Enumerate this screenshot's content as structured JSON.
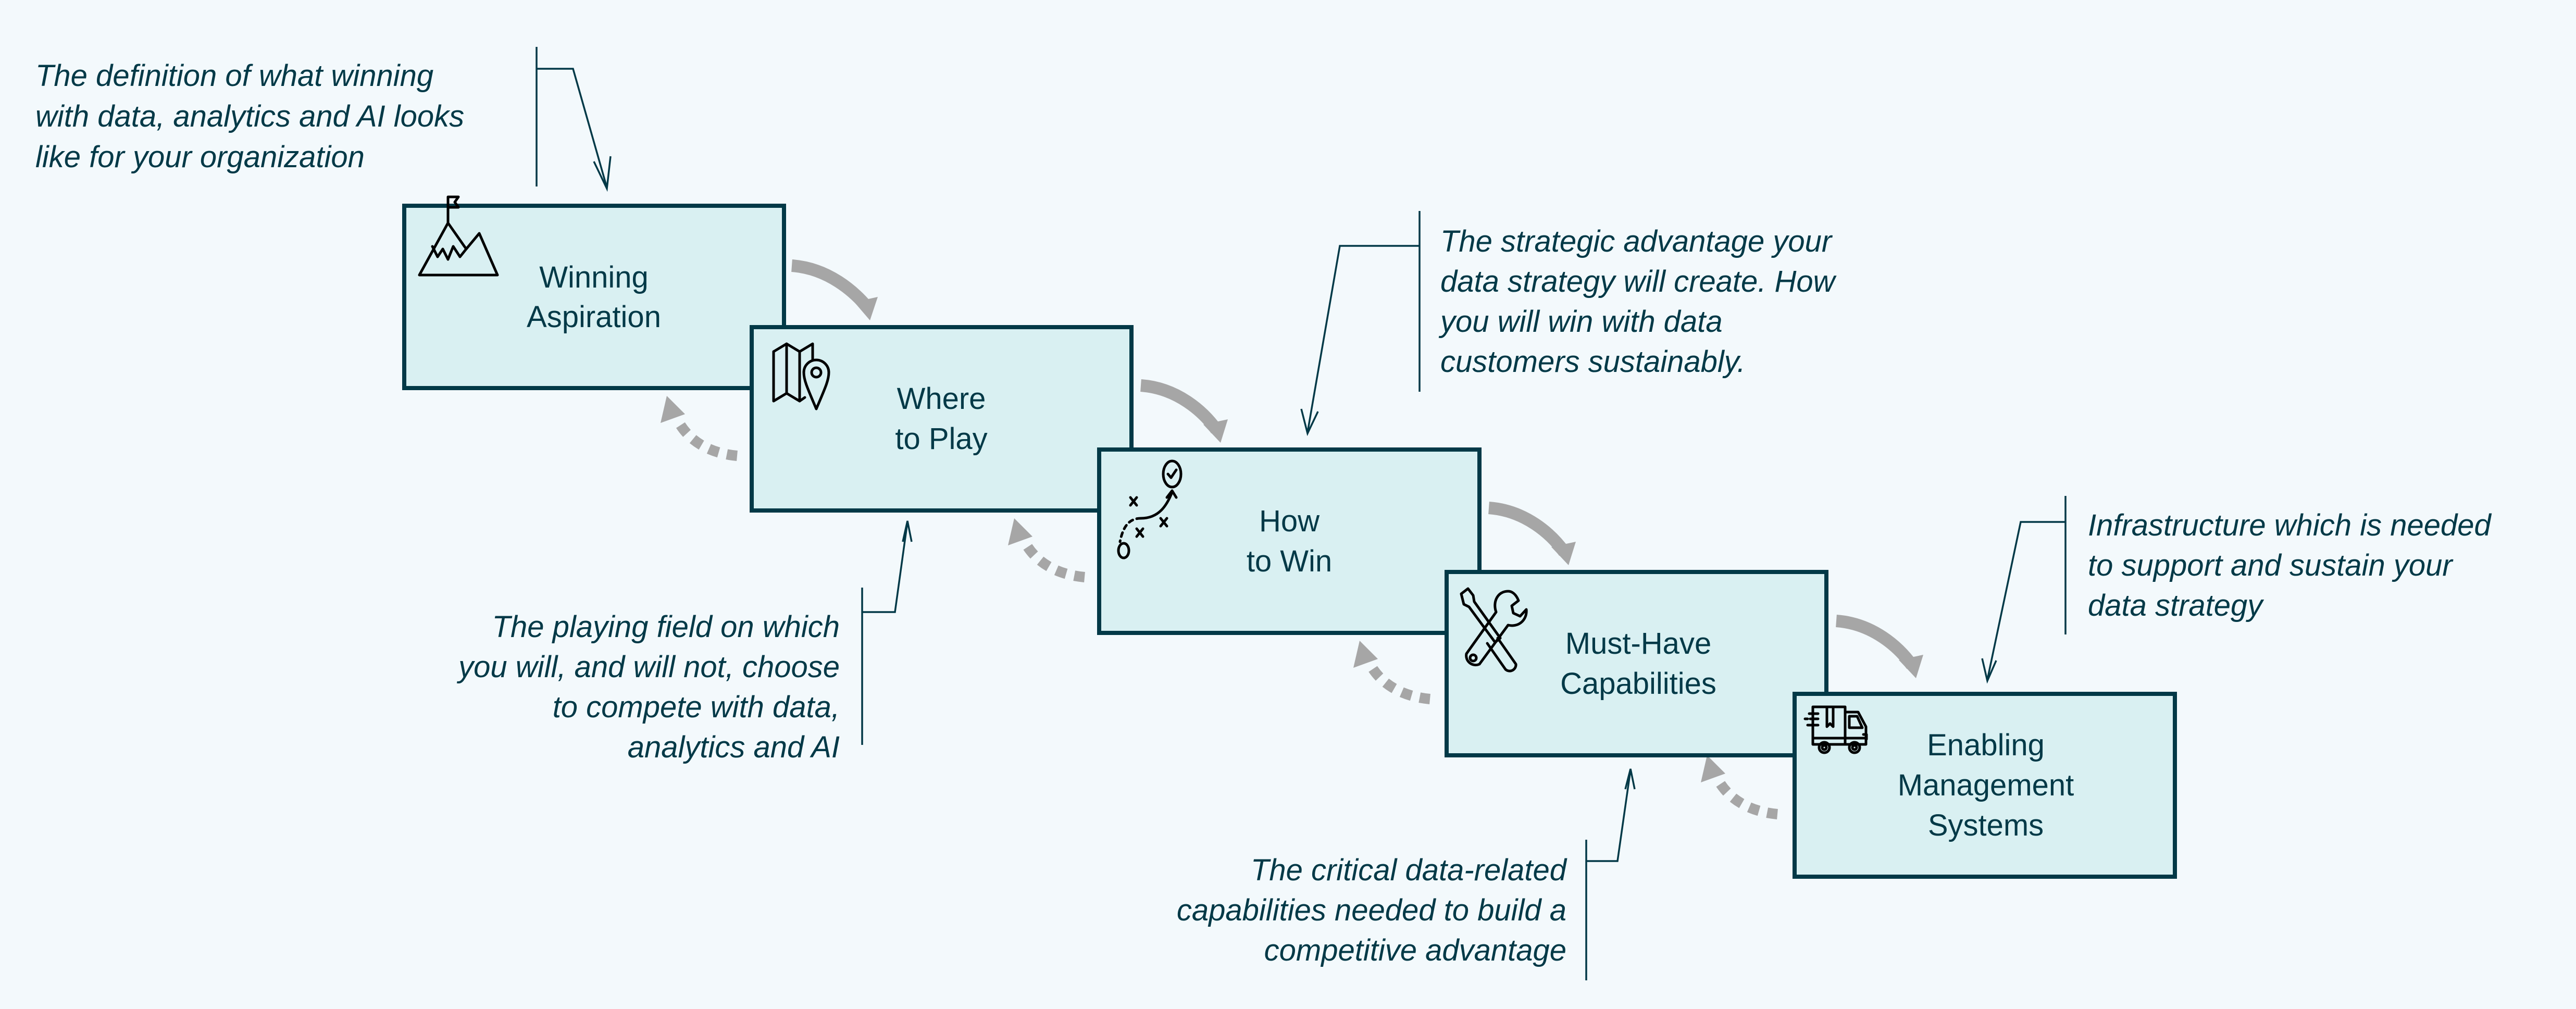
{
  "diagram": {
    "steps": [
      {
        "id": "winning-aspiration",
        "lines": [
          "Winning",
          "Aspiration"
        ],
        "icon": "mountain-flag-icon"
      },
      {
        "id": "where-to-play",
        "lines": [
          "Where",
          "to Play"
        ],
        "icon": "map-pin-icon"
      },
      {
        "id": "how-to-win",
        "lines": [
          "How",
          "to Win"
        ],
        "icon": "play-strategy-icon"
      },
      {
        "id": "must-have-capabilities",
        "lines": [
          "Must-Have",
          "Capabilities"
        ],
        "icon": "tools-icon"
      },
      {
        "id": "enabling-management-systems",
        "lines": [
          "Enabling",
          "Management",
          "Systems"
        ],
        "icon": "delivery-truck-icon"
      }
    ],
    "annotations": [
      {
        "target": "winning-aspiration",
        "lines": [
          "The definition of what winning",
          "with data, analytics and AI looks",
          "like for your organization"
        ]
      },
      {
        "target": "where-to-play",
        "lines": [
          "The playing field on which",
          "you will, and will not, choose",
          "to compete with data,",
          "analytics and AI"
        ]
      },
      {
        "target": "how-to-win",
        "lines": [
          "The strategic advantage your",
          "data strategy will create. How",
          "you will win with data",
          "customers sustainably."
        ]
      },
      {
        "target": "must-have-capabilities",
        "lines": [
          "The critical data-related",
          "capabilities needed to build a",
          "competitive advantage"
        ]
      },
      {
        "target": "enabling-management-systems",
        "lines": [
          "Infrastructure which is needed",
          "to support and sustain your",
          "data strategy"
        ]
      }
    ],
    "colors": {
      "background": "#f3f9fc",
      "box_fill": "#d9f0f2",
      "box_stroke": "#023947",
      "text": "#023947",
      "flow_arrow": "#a6a6a6"
    }
  }
}
